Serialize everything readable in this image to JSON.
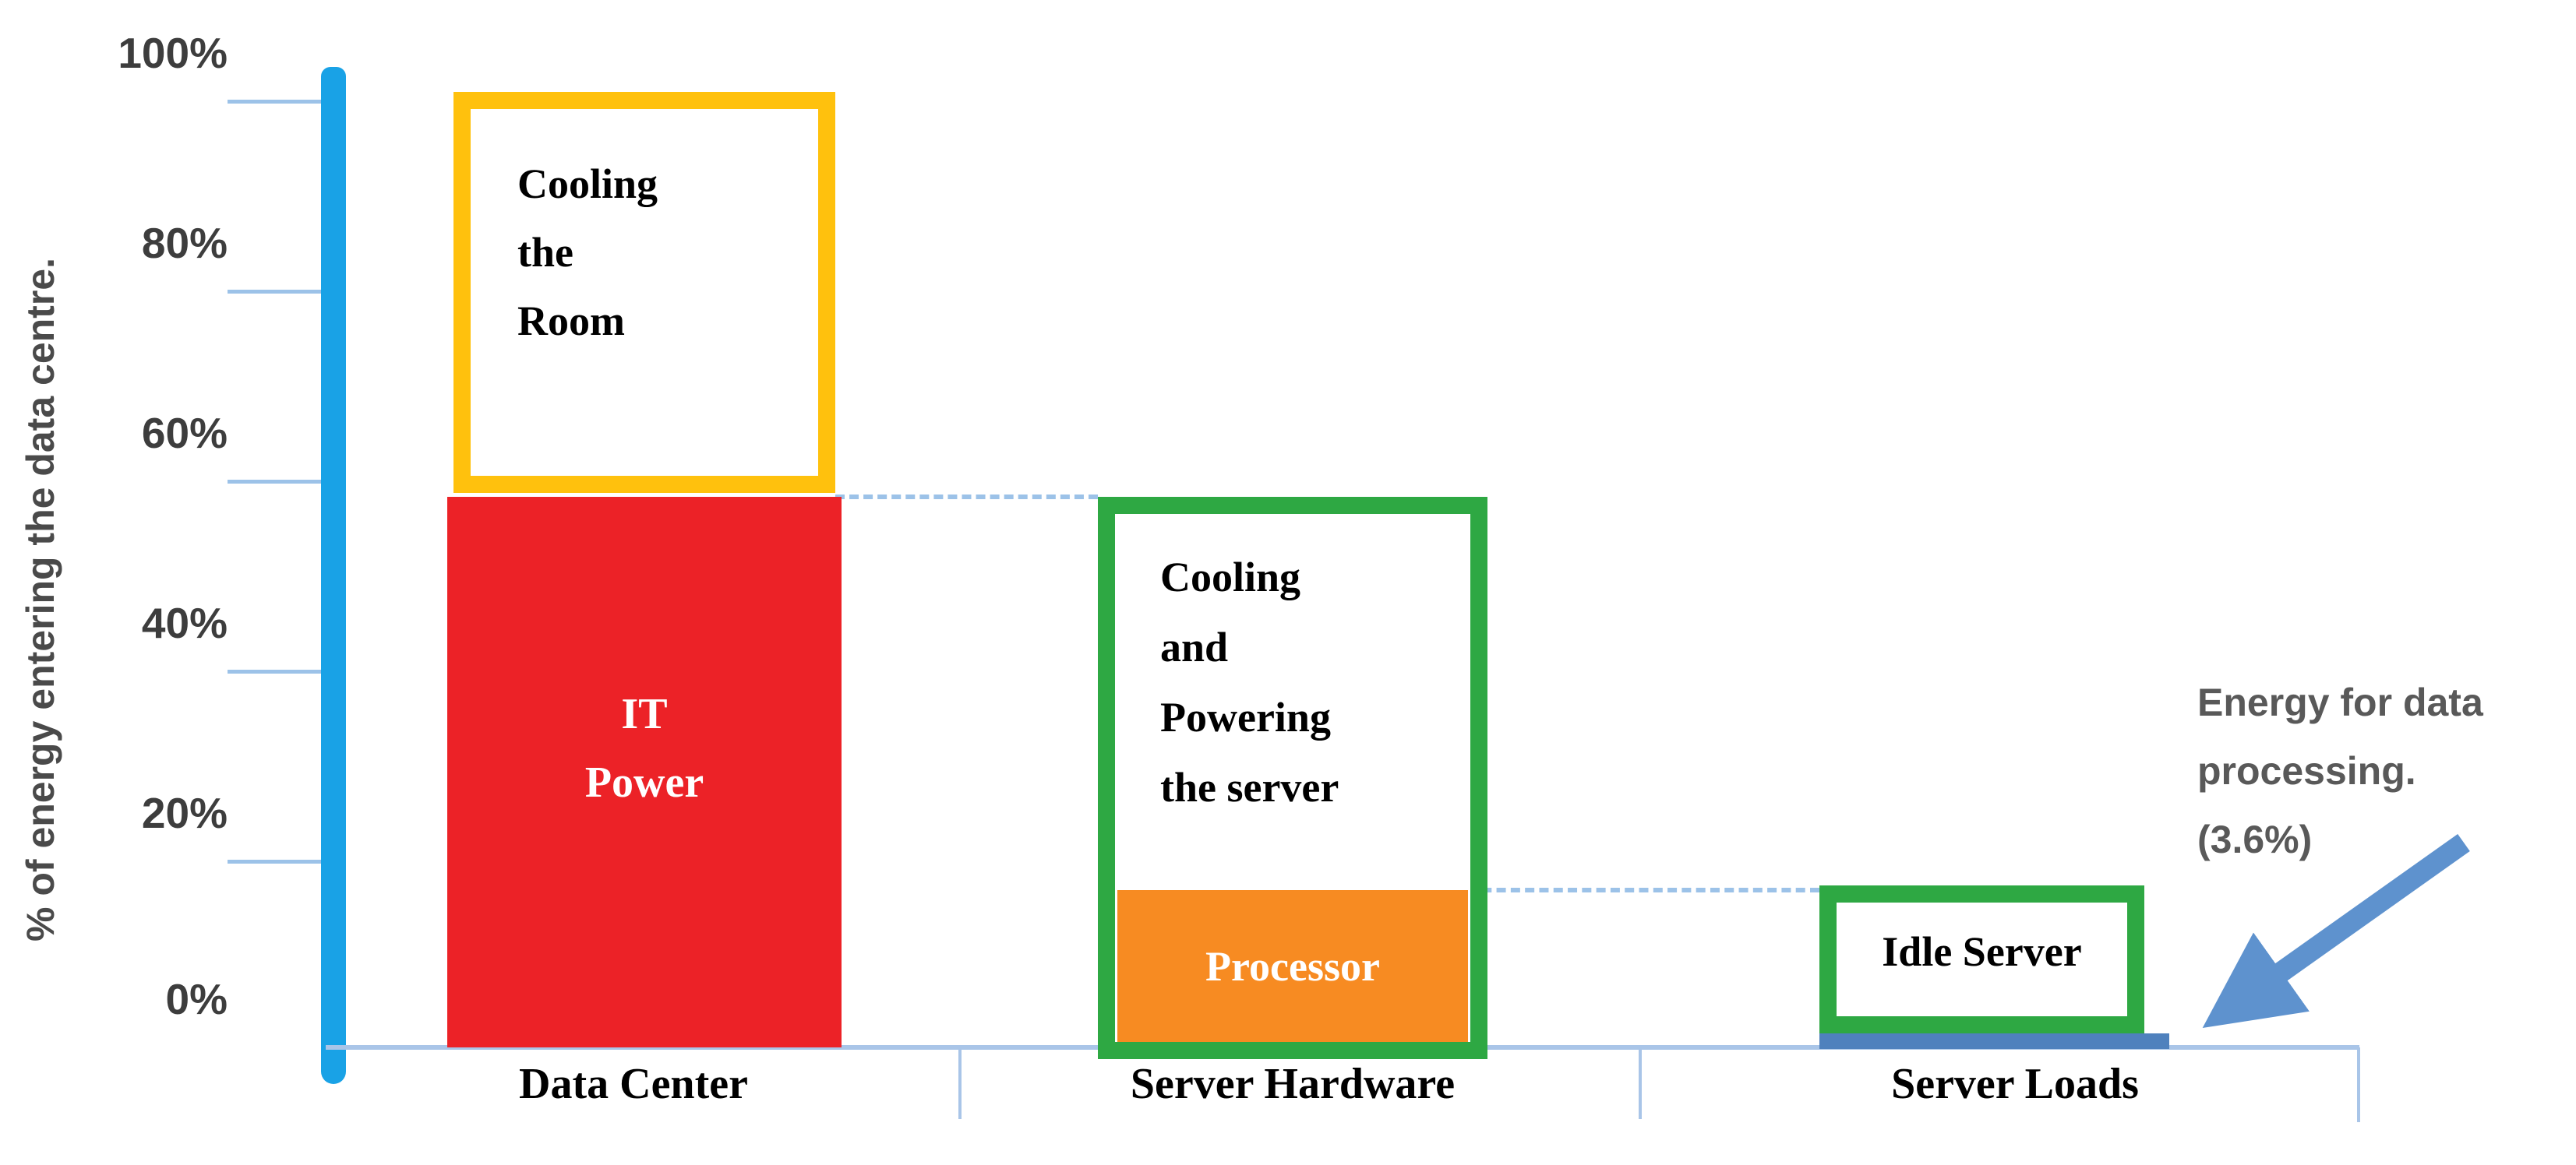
{
  "figure": {
    "y_axis": {
      "title": "% of energy entering the data centre.",
      "tick_labels": [
        "100%",
        "80%",
        "60%",
        "40%",
        "20%",
        "0%"
      ]
    },
    "x_axis": {
      "categories": [
        "Data Center",
        "Server Hardware",
        "Server Loads"
      ]
    },
    "annotation": {
      "text": "Energy for data\nprocessing.\n(3.6%)"
    },
    "colors": {
      "axis_bar": "#19a2e6",
      "tick_line": "#9cc2e8",
      "baseline": "#a9c5e8",
      "red": "#ec2227",
      "yellow": "#ffc10d",
      "green": "#2ea843",
      "orange": "#f78b22",
      "steel_blue": "#4f81bd",
      "arrow_blue": "#5e92ce",
      "gray_text": "#595959"
    }
  },
  "chart_data": {
    "type": "bar",
    "title": "",
    "ylabel": "% of energy entering the data centre.",
    "ytick_labels": [
      "100%",
      "80%",
      "60%",
      "40%",
      "20%",
      "0%"
    ],
    "ylim": [
      0,
      100
    ],
    "grid": false,
    "legend": false,
    "categories": [
      "Data Center",
      "Server Hardware",
      "Server Loads"
    ],
    "segments": [
      {
        "category": "Data Center",
        "label": "IT\nPower",
        "range_pct": [
          0,
          58.2
        ],
        "style": "solid",
        "color": "#ec2227",
        "text_color": "#ffffff"
      },
      {
        "category": "Data Center",
        "label": "Cooling\nthe\nRoom",
        "range_pct": [
          58.6,
          101
        ],
        "style": "outline",
        "color": "#ffc10d",
        "text_color": "#000000"
      },
      {
        "category": "Server Hardware",
        "label": "Cooling\nand\nPowering\nthe  server",
        "range_pct": [
          -1.2,
          58.2
        ],
        "style": "outline",
        "color": "#2ea843",
        "text_color": "#000000"
      },
      {
        "category": "Server Hardware",
        "label": "Processor",
        "range_pct": [
          0.55,
          16.6
        ],
        "style": "solid",
        "color": "#f78b22",
        "text_color": "#ffffff"
      },
      {
        "category": "Server Loads",
        "label": "Idle Server",
        "range_pct": [
          1.45,
          17.1
        ],
        "style": "outline",
        "color": "#2ea843",
        "text_color": "#000000"
      },
      {
        "category": "Server Loads",
        "label": "",
        "range_pct": [
          -0.2,
          1.5
        ],
        "style": "solid",
        "color": "#4f81bd",
        "text_color": "#ffffff",
        "meaning": "Energy for data processing (3.6%)"
      }
    ],
    "connectors": [
      {
        "from": "IT Power top",
        "to": "Server Hardware box top",
        "level_pct": 58.2
      },
      {
        "from": "Processor top",
        "to": "Idle Server box top",
        "level_pct": 16.6
      }
    ],
    "annotations": [
      {
        "text": "Energy for data processing. (3.6%)",
        "value_pct": 3.6,
        "target": "Server Loads thin blue bar"
      }
    ]
  }
}
